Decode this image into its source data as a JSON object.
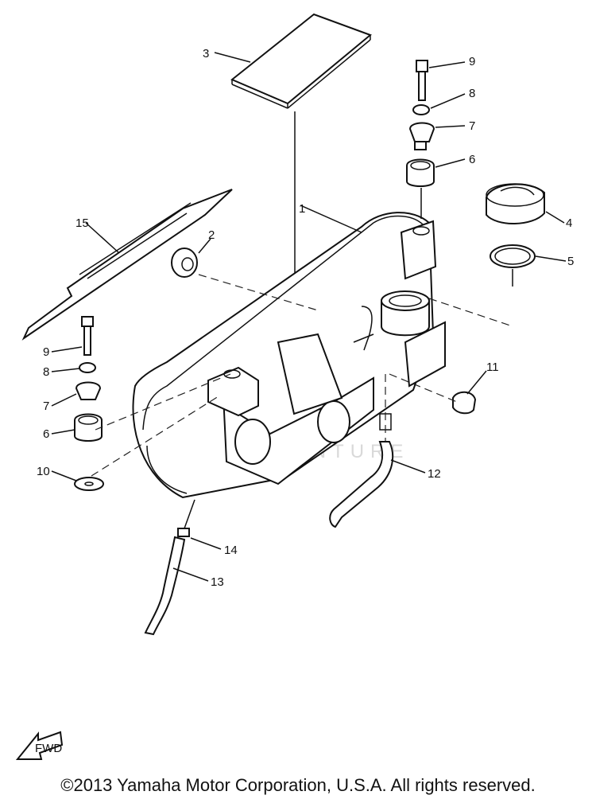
{
  "diagram": {
    "callouts": {
      "c1": "1",
      "c2": "2",
      "c3": "3",
      "c4": "4",
      "c5": "5",
      "c6_right": "6",
      "c6_left": "6",
      "c7_right": "7",
      "c7_left": "7",
      "c8_right": "8",
      "c8_left": "8",
      "c9_right": "9",
      "c9_left": "9",
      "c10": "10",
      "c11": "11",
      "c12": "12",
      "c13": "13",
      "c14": "14",
      "c15": "15"
    },
    "fwd_label": "FWD",
    "watermark": "LEADVENTURE"
  },
  "footer": {
    "copyright": "©2013 Yamaha Motor Corporation, U.S.A. All rights reserved."
  }
}
